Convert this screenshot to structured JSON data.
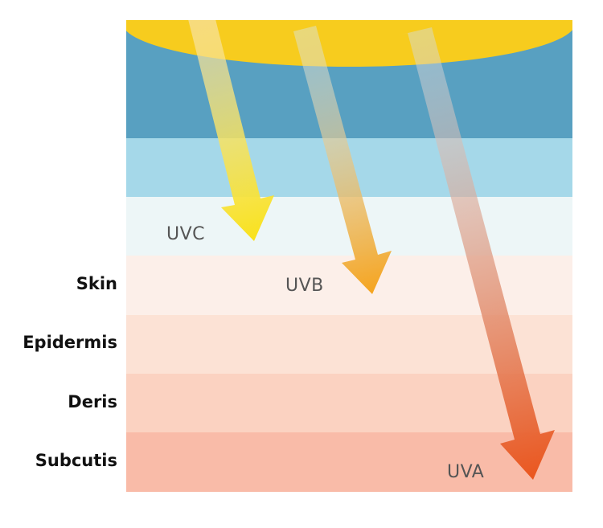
{
  "layers": {
    "skin": "Skin",
    "epidermis": "Epidermis",
    "deris": "Deris",
    "subcutis": "Subcutis"
  },
  "rays": {
    "uvc": "UVC",
    "uvb": "UVB",
    "uva": "UVA"
  },
  "colors": {
    "sun": "#F7CC1E",
    "sky_dark": "#58A0C1",
    "sky_light": "#A5D8E9",
    "band_3": "#EDF6F7",
    "band_4": "#FCEFE9",
    "band_5": "#FCE2D5",
    "band_6": "#FBD2C1",
    "band_7": "#F9BBA8",
    "uvc_arrow": "#F9E21C",
    "uvb_arrow": "#F5A41E",
    "uva_arrow": "#EA561E"
  }
}
